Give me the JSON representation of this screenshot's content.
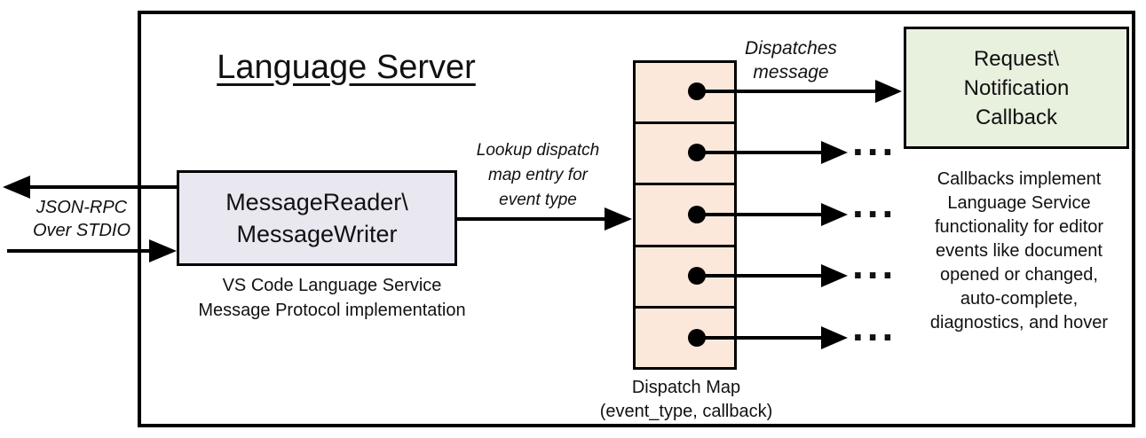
{
  "diagram": {
    "title": "Language Server",
    "io_label": {
      "lines": [
        "JSON-RPC",
        "Over STDIO"
      ]
    },
    "message_box": {
      "lines": [
        "MessageReader\\",
        "MessageWriter"
      ],
      "caption_lines": [
        "VS Code Language Service",
        "Message Protocol implementation"
      ]
    },
    "lookup_label": {
      "lines": [
        "Lookup dispatch",
        "map entry for",
        "event type"
      ]
    },
    "dispatch_map": {
      "rows": 5,
      "caption_lines": [
        "Dispatch Map",
        "(event_type, callback)"
      ]
    },
    "dispatches_label": {
      "lines": [
        "Dispatches",
        "message"
      ]
    },
    "callback_box": {
      "lines": [
        "Request\\",
        "Notification",
        "Callback"
      ]
    },
    "callbacks_note_lines": [
      "Callbacks implement",
      "Language Service",
      "functionality for editor",
      "events like document",
      "opened or changed,",
      "auto-complete,",
      "diagnostics, and hover"
    ],
    "ellipsis": "..."
  },
  "colors": {
    "message_box_fill": "#e9e7f0",
    "dispatch_map_fill": "#fbe8da",
    "callback_box_fill": "#e8f0de",
    "stroke": "#000000",
    "background": "#ffffff"
  }
}
